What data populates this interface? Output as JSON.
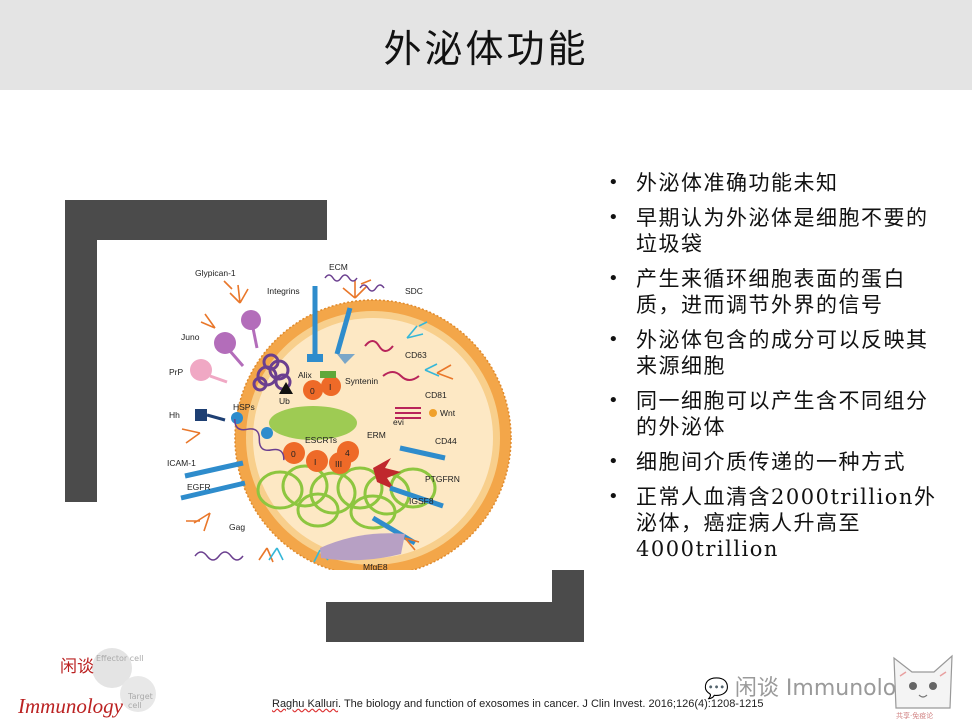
{
  "slide": {
    "title": "外泌体功能",
    "bullets": [
      "外泌体准确功能未知",
      "早期认为外泌体是细胞不要的垃圾袋",
      "产生来循环细胞表面的蛋白质，进而调节外界的信号",
      "外泌体包含的成分可以反映其来源细胞",
      "同一细胞可以产生含不同组分的外泌体",
      "细胞间介质传递的一种方式",
      "正常人血清含2000trillion外泌体，癌症病人升高至4000trillion"
    ],
    "bullet_symbol": "•",
    "citation_author": "Raghu Kalluri",
    "citation_rest": ".   The biology and function of exosomes in cancer.  J Clin Invest. 2016;126(4):1208-1215"
  },
  "figure": {
    "labels": {
      "glypican": "Glypican-1",
      "integrins": "Integrins",
      "ecm": "ECM",
      "sdc": "SDC",
      "juno": "Juno",
      "prp": "PrP",
      "hh": "Hh",
      "hsps": "HSPs",
      "ub": "Ub",
      "alix": "Alix",
      "syntenin": "Syntenin",
      "cd63": "CD63",
      "cd81": "CD81",
      "wnt": "Wnt",
      "evi": "evi",
      "erm": "ERM",
      "cd44": "CD44",
      "escrts": "ESCRTs",
      "icam": "ICAM-1",
      "egfr": "EGFR",
      "ptgfrn": "PTGFRN",
      "igsf8": "IGSF8",
      "gag": "Gag",
      "mfge8": "MfgE8",
      "alix_0": "0",
      "alix_1": "I",
      "escrt_0": "0",
      "escrt_1": "I",
      "escrt_3": "III",
      "escrt_4": "4"
    }
  },
  "branding": {
    "logo_cn": "闲谈",
    "logo_en": "Immunology",
    "logo_effector": "Effector cell",
    "logo_target": "Target cell",
    "watermark": "闲谈 Immunology",
    "cat_caption": "共享·免疫论"
  },
  "colors": {
    "title_bar": "#e4e4e4",
    "frame": "#4b4b4b",
    "membrane": "#f3a649",
    "lumen": "#fde8c4",
    "orange_ball": "#ee6a28",
    "green": "#8dc63f",
    "blue": "#2e8ccc",
    "purple": "#6b3f8f",
    "logo_red": "#b22222"
  }
}
